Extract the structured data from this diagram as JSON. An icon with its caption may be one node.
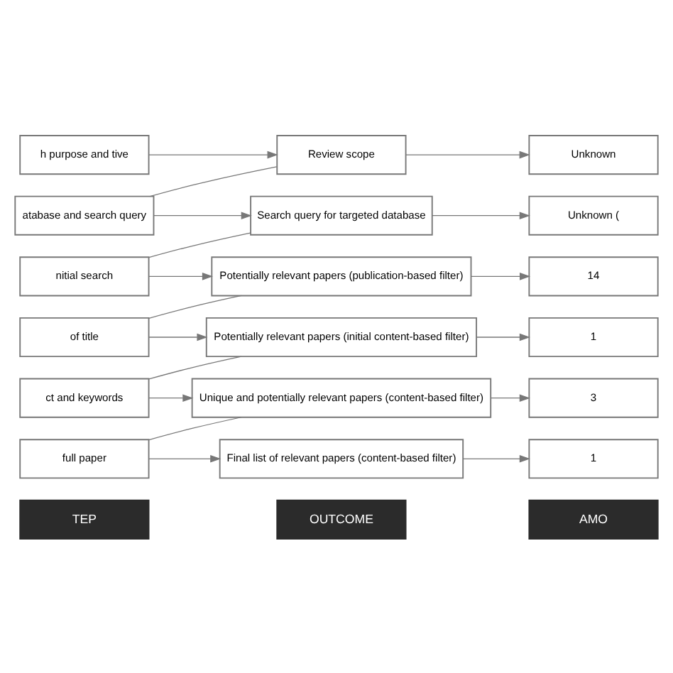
{
  "diagram": {
    "nodes": [
      {
        "text": [
          "TEP"
        ]
      },
      {
        "text": [
          "OUTCOME"
        ]
      },
      {
        "text": [
          "AMO"
        ]
      },
      {
        "text": [
          "h purpose and tive"
        ]
      },
      {
        "text": [
          "Review scope"
        ]
      },
      {
        "text": [
          "Unknown"
        ]
      },
      {
        "text": [
          "atabase and search query"
        ]
      },
      {
        "text": [
          "Search query for targeted database"
        ]
      },
      {
        "text": [
          "Unknown ("
        ]
      },
      {
        "text": [
          "nitial search"
        ]
      },
      {
        "text": [
          "Potentially relevant papers (publication-based filter)"
        ]
      },
      {
        "text": [
          "14"
        ]
      },
      {
        "text": [
          "of title"
        ]
      },
      {
        "text": [
          "Potentially relevant papers (initial content-based filter)"
        ]
      },
      {
        "text": [
          "1"
        ]
      },
      {
        "text": [
          "ct and keywords"
        ]
      },
      {
        "text": [
          "Unique and potentially relevant papers (content-based filter)"
        ]
      },
      {
        "text": [
          "3"
        ]
      },
      {
        "text": [
          "full paper"
        ]
      },
      {
        "text": [
          "Final list of relevant papers (content-based filter)"
        ]
      },
      {
        "text": [
          "1"
        ]
      }
    ],
    "edges": [
      {
        "from": 3,
        "to": 4,
        "arrow": "to"
      },
      {
        "from": 4,
        "to": 5,
        "arrow": "to"
      },
      {
        "from": 4,
        "to": 6,
        "arrow": "none"
      },
      {
        "from": 6,
        "to": 7,
        "arrow": "to"
      },
      {
        "from": 7,
        "to": 8,
        "arrow": "to"
      },
      {
        "from": 7,
        "to": 9,
        "arrow": "none"
      },
      {
        "from": 9,
        "to": 10,
        "arrow": "to"
      },
      {
        "from": 10,
        "to": 11,
        "arrow": "to"
      },
      {
        "from": 10,
        "to": 12,
        "arrow": "none"
      },
      {
        "from": 12,
        "to": 13,
        "arrow": "to"
      },
      {
        "from": 13,
        "to": 14,
        "arrow": "to"
      },
      {
        "from": 13,
        "to": 15,
        "arrow": "none"
      },
      {
        "from": 15,
        "to": 16,
        "arrow": "to"
      },
      {
        "from": 16,
        "to": 17,
        "arrow": "to"
      },
      {
        "from": 16,
        "to": 18,
        "arrow": "none"
      },
      {
        "from": 18,
        "to": 19,
        "arrow": "to"
      },
      {
        "from": 19,
        "to": 20,
        "arrow": "to"
      }
    ]
  }
}
